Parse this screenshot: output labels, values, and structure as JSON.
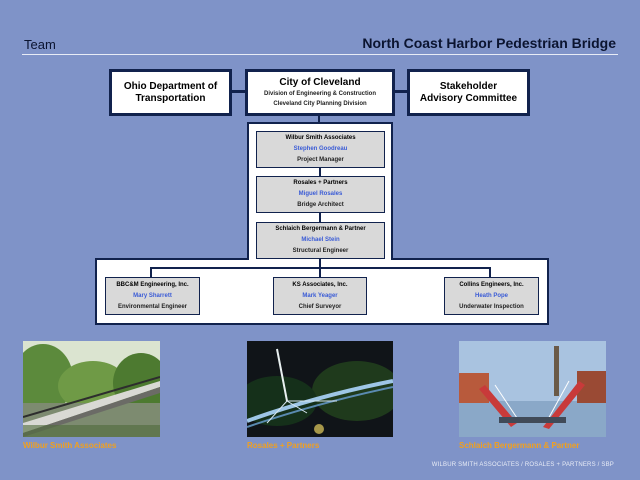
{
  "header": {
    "section": "Team",
    "title": "North Coast Harbor Pedestrian Bridge"
  },
  "top": {
    "odot": [
      "Ohio Department of",
      "Transportation"
    ],
    "city": {
      "name": "City of Cleveland",
      "line1": "Division of Engineering & Construction",
      "line2": "Cleveland City Planning Division"
    },
    "stakeholder": [
      "Stakeholder",
      "Advisory Committee"
    ]
  },
  "chain": [
    {
      "org": "Wilbur Smith Associates",
      "person": "Stephen Goodreau",
      "role": "Project Manager"
    },
    {
      "org": "Rosales + Partners",
      "person": "Miguel Rosales",
      "role": "Bridge Architect"
    },
    {
      "org": "Schlaich Bergermann & Partner",
      "person": "Michael Stein",
      "role": "Structural Engineer"
    }
  ],
  "subs": [
    {
      "org": "BBC&M Engineering, Inc.",
      "person": "Mary Sharrett",
      "role": "Environmental Engineer"
    },
    {
      "org": "KS Associates, Inc.",
      "person": "Mark Yeager",
      "role": "Chief Surveyor"
    },
    {
      "org": "Collins Engineers, Inc.",
      "person": "Heath Pope",
      "role": "Underwater Inspection"
    }
  ],
  "photos": {
    "captions": [
      "Wilbur Smith Associates",
      "Rosales + Partners",
      "Schlaich Bergermann & Partner"
    ]
  },
  "footer": "WILBUR SMITH ASSOCIATES / ROSALES + PARTNERS / SBP",
  "colors": {
    "background": "#7f93c8",
    "box_border": "#11224d",
    "card_fill": "#d9d9d9",
    "person_text": "#3a5bd6",
    "caption_text": "#f0a020"
  }
}
